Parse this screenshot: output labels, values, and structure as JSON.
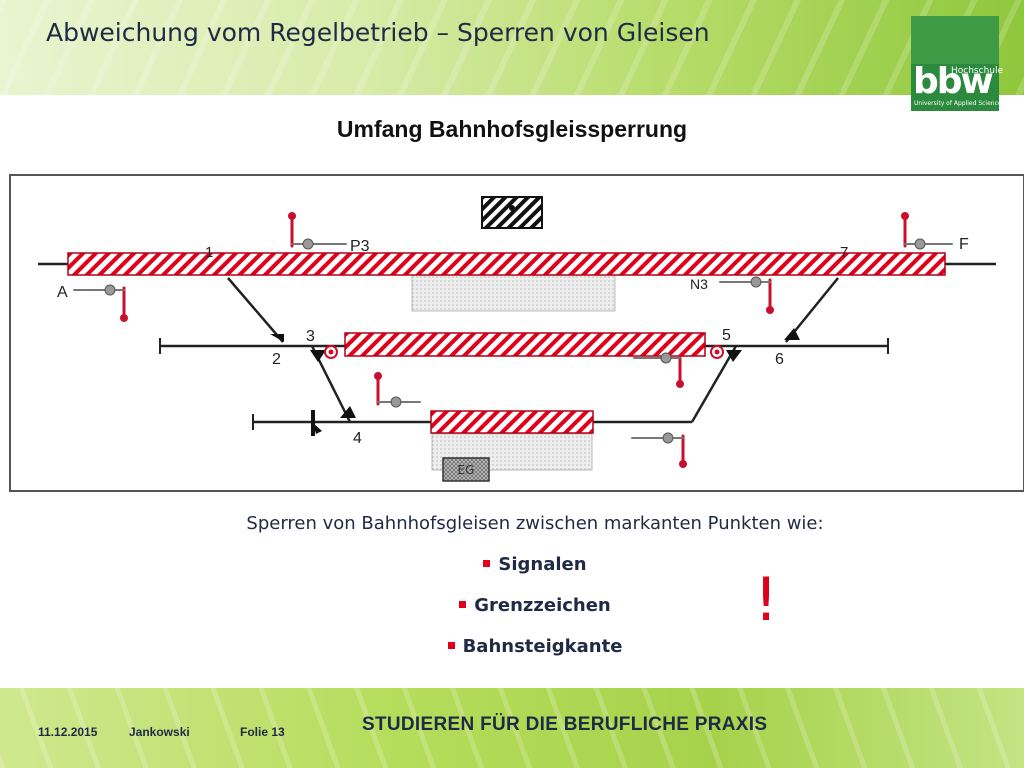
{
  "slide": {
    "title_main": "Abweichung ",
    "title_rest": "vom Regelbetrieb – Sperren von Gleisen",
    "heading": "Umfang Bahnhofsgleissperrung"
  },
  "logo": {
    "mark": "bbw",
    "hochschule": "Hochschule",
    "subtitle": "University of Applied Sciences"
  },
  "diagram": {
    "labels": {
      "n1": "1",
      "n2": "2",
      "n3": "3",
      "n4": "4",
      "n5": "5",
      "n6": "6",
      "n7": "7",
      "a": "A",
      "f": "F",
      "p3": "P3",
      "n3sig": "N3",
      "eg": "EG"
    },
    "colors": {
      "track": "#222222",
      "closure": "#e0001a",
      "signal": "#c8102e",
      "platform": "#d9d9d9"
    }
  },
  "text": {
    "caption": "Sperren von Bahnhofsgleisen zwischen markanten Punkten wie:",
    "bullets": [
      "Signalen",
      "Grenzzeichen",
      "Bahnsteigkante"
    ],
    "exclaim": "!"
  },
  "footer": {
    "date": "11.12.2015",
    "author": "Jankowski",
    "slide": "Folie 13",
    "slogan": "STUDIEREN FÜR DIE BERUFLICHE PRAXIS"
  }
}
